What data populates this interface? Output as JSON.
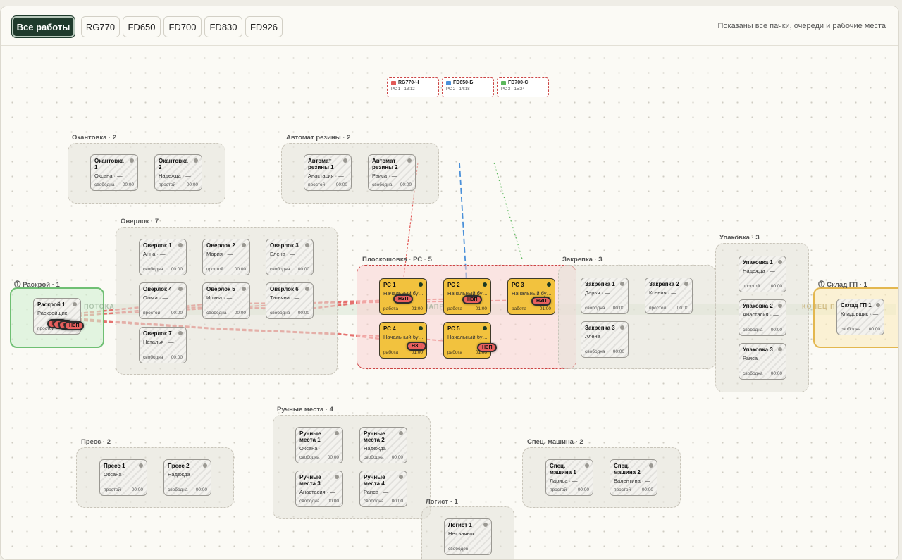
{
  "toolbar": {
    "filters": [
      "Все работы",
      "RG770",
      "FD650",
      "FD700",
      "FD830",
      "FD926"
    ],
    "hint": "Показаны все пачки, очереди и рабочие места"
  },
  "batches": [
    {
      "name": "RG770-Ч",
      "info": "РС 1 · 13:12",
      "color": "#e25a57"
    },
    {
      "name": "FD650-Б",
      "info": "РС 2 · 14:18",
      "color": "#4a90d9"
    },
    {
      "name": "FD700-С",
      "info": "РС 3 · 15:24",
      "color": "#5cb85c"
    }
  ],
  "zones": {
    "raskroy": {
      "label": "⓵ Раскрой · 1",
      "flow": "НАЧАЛО ПОТОКА"
    },
    "sklad": {
      "label": "⓵ Склад ГП · 1",
      "flow": "КОНЕЦ ПОТОКА"
    }
  },
  "groups": {
    "okant": "Окантовка · 2",
    "avtomat": "Автомат резины · 2",
    "overlok": "Оверлок · 7",
    "plosk": "Плоскошовка · РС · 5",
    "zakrepka": "Закрепка · 3",
    "upak": "Упаковка · 3",
    "press": "Пресс · 2",
    "ruch": "Ручные места · 4",
    "spec": "Спец. машина · 2",
    "logist": "Логист · 1"
  },
  "nzp_label": "НЗП",
  "flow_mid": "НАПРАВЛЕНИЕ",
  "cards": [
    {
      "t": "Окантовка 1",
      "w": "Оксана · —",
      "s": "свободна",
      "m": "00:00"
    },
    {
      "t": "Окантовка 2",
      "w": "Надежда · —",
      "s": "простой",
      "m": "00:00"
    },
    {
      "t": "Автомат резины 1",
      "w": "Анастасия · —",
      "s": "простой",
      "m": "00:00"
    },
    {
      "t": "Автомат резины 2",
      "w": "Раиса · —",
      "s": "свободна",
      "m": "00:00"
    },
    {
      "t": "Оверлок 1",
      "w": "Анна · —",
      "s": "свободна",
      "m": "00:00"
    },
    {
      "t": "Оверлок 2",
      "w": "Мария · —",
      "s": "простой",
      "m": "00:00"
    },
    {
      "t": "Оверлок 3",
      "w": "Елена · —",
      "s": "свободна",
      "m": "00:00"
    },
    {
      "t": "Оверлок 4",
      "w": "Ольга · —",
      "s": "простой",
      "m": "00:00"
    },
    {
      "t": "Оверлок 5",
      "w": "Ирина · —",
      "s": "свободна",
      "m": "00:00"
    },
    {
      "t": "Оверлок 6",
      "w": "Татьяна · —",
      "s": "свободна",
      "m": "00:00"
    },
    {
      "t": "Оверлок 7",
      "w": "Наталья · —",
      "s": "свободна",
      "m": "00:00"
    },
    {
      "t": "Раскрой 1",
      "w": "Раскройщик",
      "s": "простой",
      "m": "00:00"
    },
    {
      "t": "РС 1",
      "w": "Начальный бу…",
      "s": "работа",
      "m": "01:00"
    },
    {
      "t": "РС 2",
      "w": "Начальный бу…",
      "s": "работа",
      "m": "01:00"
    },
    {
      "t": "РС 3",
      "w": "Начальный бу…",
      "s": "работа",
      "m": "01:00"
    },
    {
      "t": "РС 4",
      "w": "Начальный бу…",
      "s": "работа",
      "m": "01:00"
    },
    {
      "t": "РС 5",
      "w": "Начальный бу…",
      "s": "работа",
      "m": "01:00"
    },
    {
      "t": "Закрепка 1",
      "w": "Дарья · —",
      "s": "свободна",
      "m": "00:00"
    },
    {
      "t": "Закрепка 2",
      "w": "Ксения · —",
      "s": "простой",
      "m": "00:00"
    },
    {
      "t": "Закрепка 3",
      "w": "Алена · —",
      "s": "свободна",
      "m": "00:00"
    },
    {
      "t": "Упаковка 1",
      "w": "Надежда · —",
      "s": "простой",
      "m": "00:00"
    },
    {
      "t": "Упаковка 2",
      "w": "Анастасия · —",
      "s": "свободна",
      "m": "00:00"
    },
    {
      "t": "Упаковка 3",
      "w": "Раиса · —",
      "s": "свободна",
      "m": "00:00"
    },
    {
      "t": "Склад ГП 1",
      "w": "Кладовщик · —",
      "s": "свободна",
      "m": "00:00"
    },
    {
      "t": "Пресс 1",
      "w": "Оксана · —",
      "s": "простой",
      "m": "00:00"
    },
    {
      "t": "Пресс 2",
      "w": "Надежда · —",
      "s": "свободна",
      "m": "00:00"
    },
    {
      "t": "Ручные места 1",
      "w": "Оксана · —",
      "s": "свободна",
      "m": "00:00"
    },
    {
      "t": "Ручные места 2",
      "w": "Надежда · —",
      "s": "свободна",
      "m": "00:00"
    },
    {
      "t": "Ручные места 3",
      "w": "Анастасия · —",
      "s": "свободна",
      "m": "00:00"
    },
    {
      "t": "Ручные места 4",
      "w": "Раиса · —",
      "s": "свободна",
      "m": "00:00"
    },
    {
      "t": "Спец. машина 1",
      "w": "Лариса · —",
      "s": "простой",
      "m": "00:00"
    },
    {
      "t": "Спец. машина 2",
      "w": "Валентина · —",
      "s": "простой",
      "m": "00:00"
    },
    {
      "t": "Логист 1",
      "w": "Нет заявок",
      "s": "свободен",
      "m": ""
    }
  ]
}
